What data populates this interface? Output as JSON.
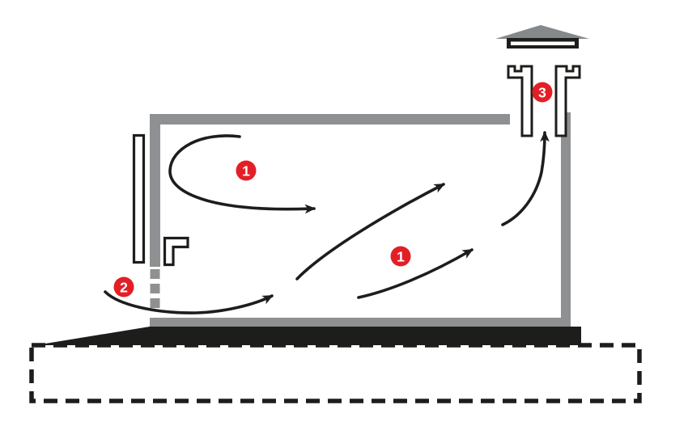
{
  "figure": {
    "type": "diagram",
    "subject": "building-cross-section-natural-ventilation-airflow",
    "background": "#ffffff",
    "colors": {
      "wall_gray": "#8e9091",
      "cap_gray": "#85898b",
      "ink": "#1d1d1b",
      "badge_red": "#e31f26",
      "badge_text": "#ffffff"
    },
    "badges": [
      {
        "name": "badge-room-circulation-upper",
        "text": "1"
      },
      {
        "name": "badge-room-circulation-lower",
        "text": "1"
      },
      {
        "name": "badge-air-inlet",
        "text": "2"
      },
      {
        "name": "badge-exhaust-chimney",
        "text": "3"
      }
    ],
    "elements": {
      "room": "gray walls, ceiling and floor",
      "door": "door leaf with under-door vent gap (dashed wall segment)",
      "chimney": "exhaust duct through roof with rain cap",
      "foundation": "black slab over dashed crawlspace outline",
      "arrows": "five black airflow arrows"
    }
  }
}
